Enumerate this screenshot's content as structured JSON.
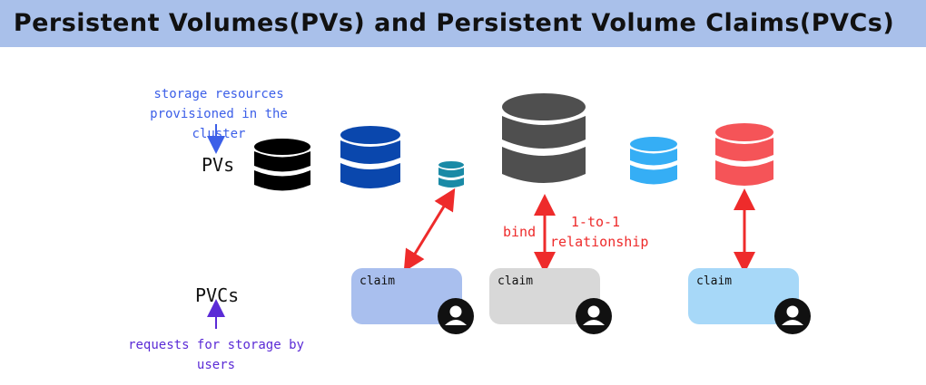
{
  "title": "Persistent Volumes(PVs) and Persistent Volume Claims(PVCs)",
  "pv_note": "storage resources\nprovisioned in the cluster",
  "pv_label": "PVs",
  "pvc_label": "PVCs",
  "pvc_note": "requests for storage by  users",
  "bind_label": "bind",
  "relationship_label": "1-to-1\nrelationship",
  "claims": [
    {
      "label": "claim",
      "color": "#a9bfee"
    },
    {
      "label": "claim",
      "color": "#d8d8d8"
    },
    {
      "label": "claim",
      "color": "#a7d8f8"
    }
  ],
  "volume_colors": {
    "black": "#000000",
    "blue": "#0a47ad",
    "small_teal": "#1a8aa6",
    "large_gray": "#4f4f4f",
    "light_blue": "#35aef5",
    "red": "#f55458"
  },
  "colors": {
    "banner": "#a9c0ea",
    "pv_note": "#3c5fe8",
    "pvc_note": "#5b2bd6",
    "arrow_blue": "#3c5fe8",
    "arrow_purple": "#5b2bd6",
    "red": "#ee2b2b"
  }
}
